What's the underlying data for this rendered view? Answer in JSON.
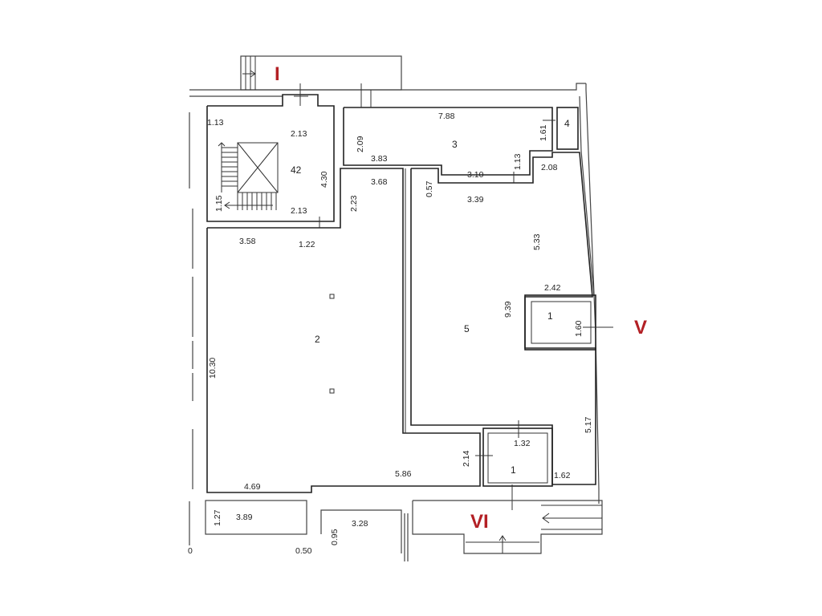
{
  "plan": {
    "marker_color": "#b32025",
    "markers": [
      "I",
      "V",
      "VI"
    ],
    "rooms": [
      "42",
      "2",
      "3",
      "4",
      "5",
      "1",
      "1"
    ],
    "dimensions": [
      "1.13",
      "2.13",
      "4.30",
      "2.13",
      "1.15",
      "2.09",
      "7.88",
      "3.83",
      "3.10",
      "1.13",
      "1.61",
      "2.08",
      "3.68",
      "2.23",
      "0.57",
      "3.39",
      "3.58",
      "1.22",
      "5.33",
      "2.42",
      "9.39",
      "1.60",
      "10.30",
      "5.17",
      "1.32",
      "2.14",
      "4.69",
      "5.86",
      "1.62",
      "1.27",
      "3.89",
      "0.95",
      "3.28",
      "0",
      "0.50"
    ]
  }
}
